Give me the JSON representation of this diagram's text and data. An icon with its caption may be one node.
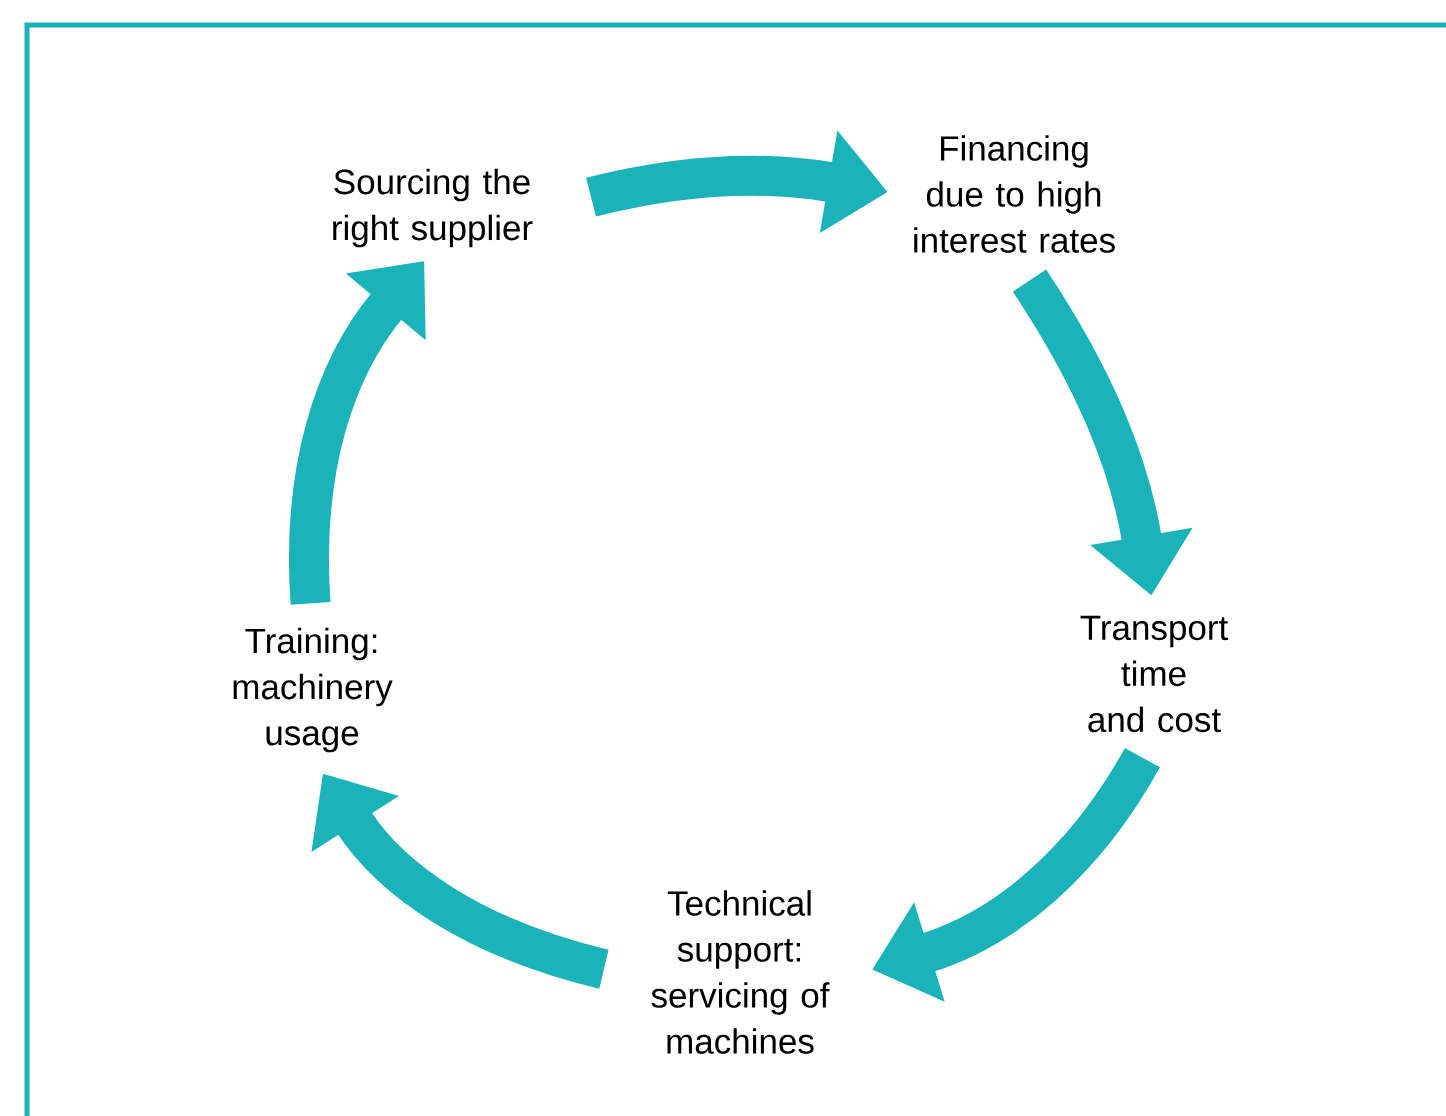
{
  "diagram": {
    "nodes": [
      {
        "text": [
          "Sourcing the right supplier"
        ]
      },
      {
        "text": [
          "Financing due to high interest rates"
        ]
      },
      {
        "text": [
          "Transport time and cost"
        ]
      },
      {
        "text": [
          "Technical support: servicing of machines"
        ]
      },
      {
        "text": [
          "Training: machinery usage"
        ]
      }
    ],
    "edges": [
      {
        "from": 0,
        "to": 1,
        "arrow": "to"
      },
      {
        "from": 1,
        "to": 2,
        "arrow": "to"
      },
      {
        "from": 2,
        "to": 3,
        "arrow": "to"
      },
      {
        "from": 3,
        "to": 4,
        "arrow": "to"
      },
      {
        "from": 4,
        "to": 0,
        "arrow": "to"
      }
    ]
  }
}
